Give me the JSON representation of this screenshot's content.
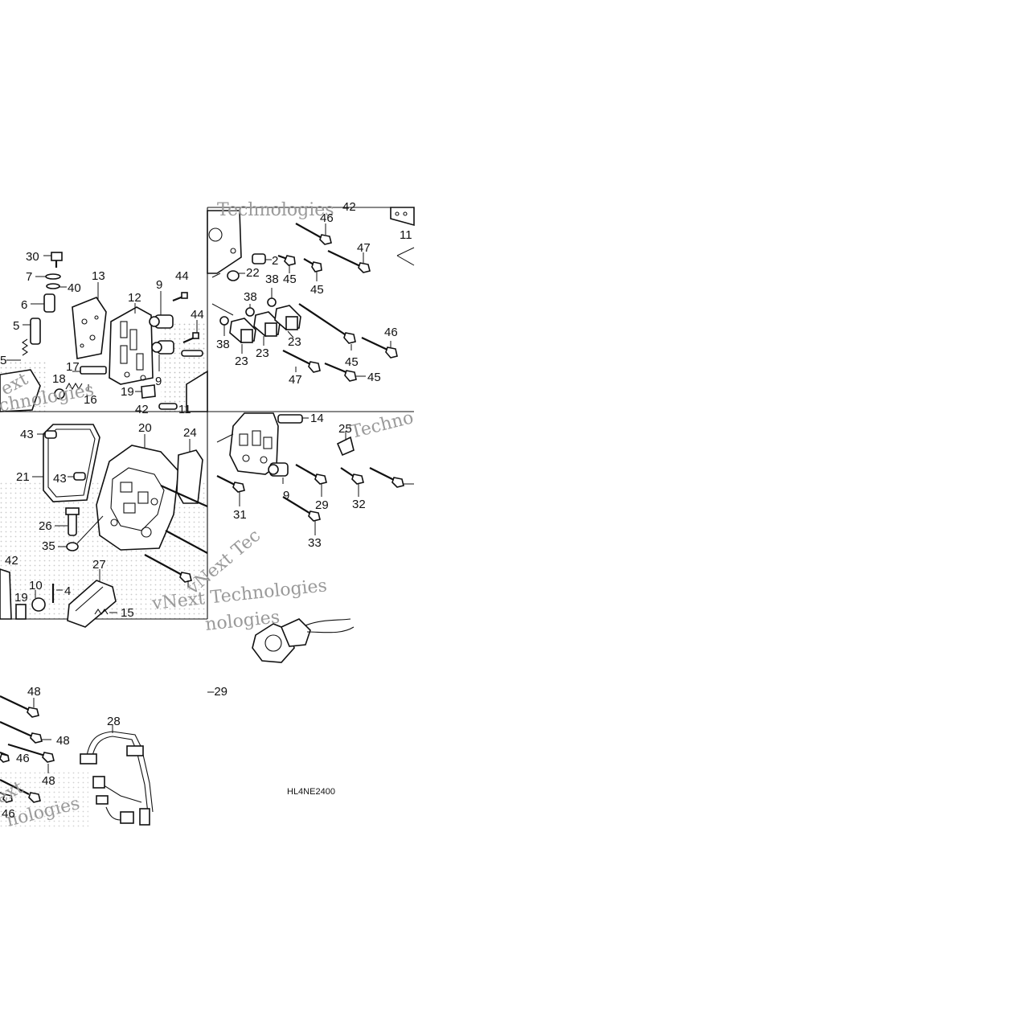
{
  "callouts": [
    {
      "n": "30"
    },
    {
      "n": "7"
    },
    {
      "n": "40"
    },
    {
      "n": "6"
    },
    {
      "n": "5"
    },
    {
      "n": "5"
    },
    {
      "n": "13"
    },
    {
      "n": "12"
    },
    {
      "n": "9"
    },
    {
      "n": "44"
    },
    {
      "n": "44"
    },
    {
      "n": "9"
    },
    {
      "n": "17"
    },
    {
      "n": "18"
    },
    {
      "n": "16"
    },
    {
      "n": "19"
    },
    {
      "n": "42"
    },
    {
      "n": "11"
    },
    {
      "n": "46"
    },
    {
      "n": "42"
    },
    {
      "n": "11"
    },
    {
      "n": "47"
    },
    {
      "n": "2"
    },
    {
      "n": "45"
    },
    {
      "n": "45"
    },
    {
      "n": "22"
    },
    {
      "n": "38"
    },
    {
      "n": "38"
    },
    {
      "n": "38"
    },
    {
      "n": "23"
    },
    {
      "n": "23"
    },
    {
      "n": "23"
    },
    {
      "n": "46"
    },
    {
      "n": "45"
    },
    {
      "n": "45"
    },
    {
      "n": "47"
    },
    {
      "n": "43"
    },
    {
      "n": "20"
    },
    {
      "n": "24"
    },
    {
      "n": "21"
    },
    {
      "n": "43"
    },
    {
      "n": "26"
    },
    {
      "n": "35"
    },
    {
      "n": "42"
    },
    {
      "n": "27"
    },
    {
      "n": "10"
    },
    {
      "n": "4"
    },
    {
      "n": "19"
    },
    {
      "n": "15"
    },
    {
      "n": "14"
    },
    {
      "n": "25"
    },
    {
      "n": "9"
    },
    {
      "n": "31"
    },
    {
      "n": "29"
    },
    {
      "n": "32"
    },
    {
      "n": "33"
    },
    {
      "n": "48"
    },
    {
      "n": "48"
    },
    {
      "n": "46"
    },
    {
      "n": "48"
    },
    {
      "n": "46"
    },
    {
      "n": "28"
    },
    {
      "n": "–29"
    }
  ],
  "diagram_code": "HL4NE2400",
  "watermarks": {
    "w1": "vNext Technologies",
    "w2": "Technologies",
    "w3": "ext",
    "w4": "chnologies",
    "w5": "Techno",
    "w6": "vNext Tec",
    "w7": "nologies",
    "w8": "ext",
    "w9": "nologies"
  }
}
